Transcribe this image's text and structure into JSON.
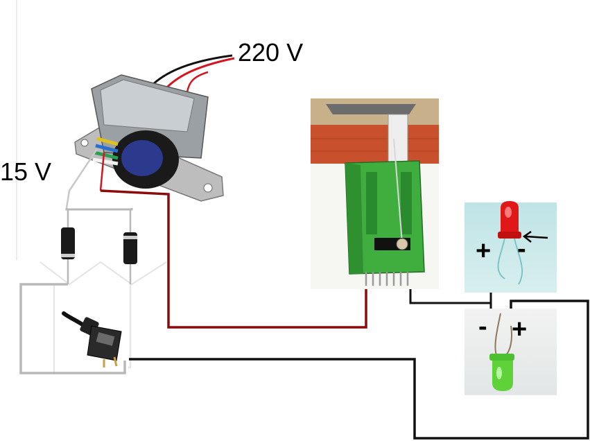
{
  "labels": {
    "mains_voltage": "220 V",
    "secondary_voltage": "15 V",
    "red_led_plus": "+",
    "red_led_minus": "-",
    "green_led_minus": "-",
    "green_led_plus": "+"
  },
  "components": {
    "transformer": "transformer-photo",
    "diodes": "rectifier-diodes",
    "switch": "toggle-switch",
    "point_motor": "point-motor-photo",
    "red_led": "red-led",
    "green_led": "green-led"
  },
  "colors": {
    "mains_wire": "#d4141f",
    "black_wire": "#111111",
    "dark_red_wire": "#8b0a0a",
    "grey_wire": "#b8b8b8",
    "motor_green": "#3fae3f",
    "wood": "#c9502c",
    "red_led": "#e01818",
    "green_led": "#5fd23a",
    "led_bg_top": "#bfe4e6",
    "led_bg_bottom": "#eceeee"
  }
}
